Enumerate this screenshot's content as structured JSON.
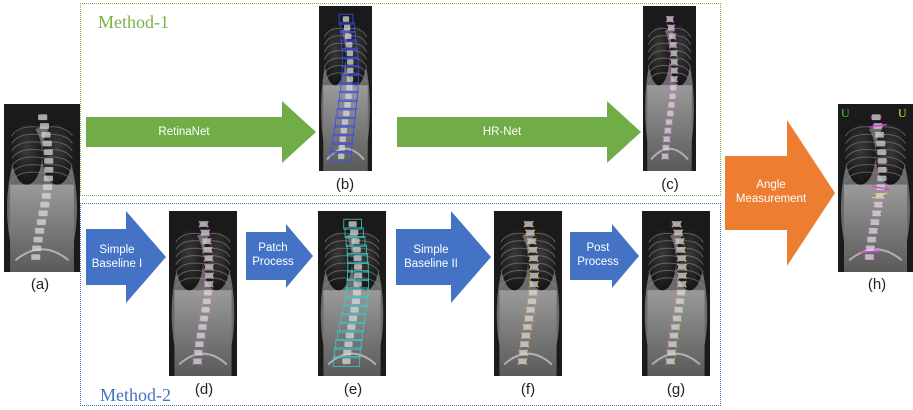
{
  "methods": {
    "method1": {
      "label": "Method-1",
      "color": "#7ab34a"
    },
    "method2": {
      "label": "Method-2",
      "color": "#4472c4"
    }
  },
  "arrows": {
    "retinanet": "RetinaNet",
    "hrnet": "HR-Net",
    "simple_baseline_1": "Simple Baseline I",
    "patch_process": "Patch Process",
    "simple_baseline_2": "Simple Baseline II",
    "post_process": "Post Process",
    "angle_measurement": "Angle Measurement"
  },
  "captions": {
    "a": "(a)",
    "b": "(b)",
    "c": "(c)",
    "d": "(d)",
    "e": "(e)",
    "f": "(f)",
    "g": "(g)",
    "h": "(h)"
  },
  "image_h_markers": {
    "left": "U",
    "right": "U"
  },
  "colors": {
    "green_arrow": "#70ad47",
    "blue_arrow": "#4472c4",
    "orange_arrow": "#ed7d31",
    "bbox_blue": "#3a4cf0",
    "bbox_cyan": "#3fc7c7",
    "landmark_pink": "#d070d0",
    "landmark_orange": "#e0a050",
    "landmark_green": "#80d080",
    "angle_magenta": "#e040e0",
    "angle_yellow": "#f0e040"
  }
}
